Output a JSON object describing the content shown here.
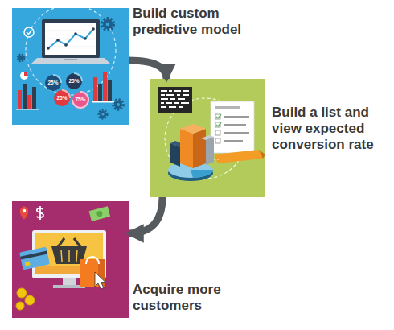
{
  "diagram": {
    "nodes": [
      {
        "text": [
          "Build custom predictive model"
        ]
      },
      {
        "text": [
          "Build a list and view expected conversion rate"
        ]
      },
      {
        "text": [
          "Acquire more customers"
        ]
      }
    ],
    "edges": [
      {
        "from": 0,
        "to": 1,
        "arrow": "to"
      },
      {
        "from": 1,
        "to": 2,
        "arrow": "to"
      }
    ],
    "labels": [
      "25%",
      "25%",
      "25%",
      "75%"
    ]
  }
}
